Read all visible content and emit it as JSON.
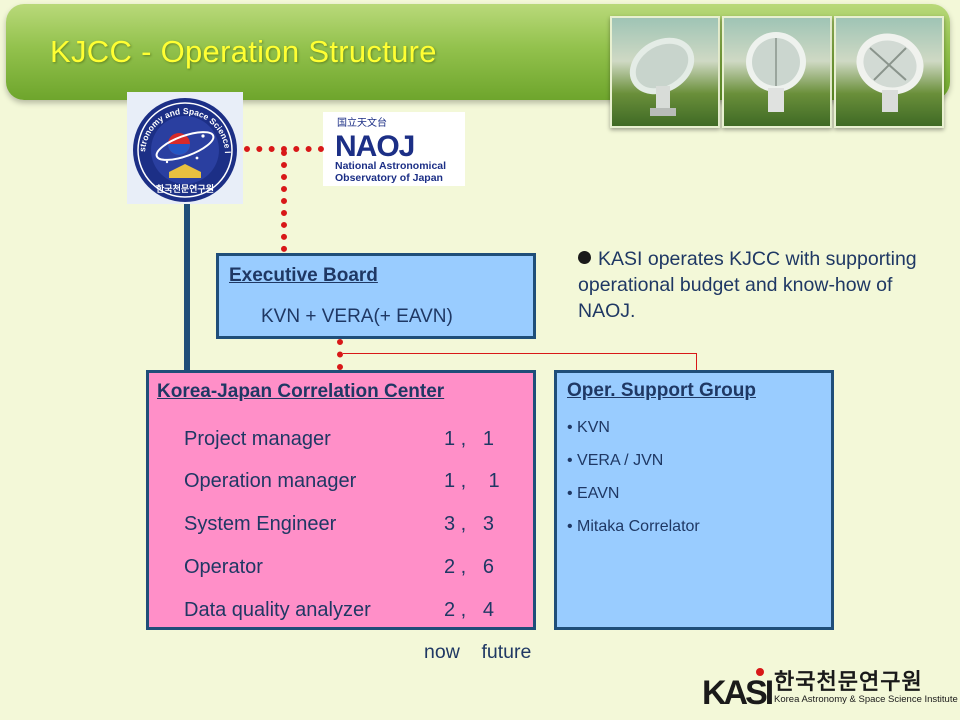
{
  "header": {
    "title": "KJCC - Operation Structure"
  },
  "logos": {
    "kasi_emblem_text": "Korea Astronomy and Space Science Institute",
    "kasi_emblem_korean": "한국천문연구원",
    "naoj_top": "国立天文台",
    "naoj_mark": "NAOJ",
    "naoj_line1": "National Astronomical",
    "naoj_line2": "Observatory of Japan",
    "kasi_mark": "KASI",
    "kasi_korean": "한국천문연구원",
    "kasi_english": "Korea Astronomy & Space Science Institute"
  },
  "executive_board": {
    "title": "Executive Board",
    "members": "KVN + VERA(+ EAVN)"
  },
  "note": {
    "text": "KASI operates KJCC with supporting operational budget and know-how of NAOJ."
  },
  "kjcc": {
    "title": "Korea-Japan Correlation Center",
    "rows": [
      {
        "label": "Project manager",
        "counts": "1 ,   1"
      },
      {
        "label": "Operation manager",
        "counts": "1 ,    1"
      },
      {
        "label": "System Engineer",
        "counts": "3 ,   3"
      },
      {
        "label": "Operator",
        "counts": "2 ,   6"
      },
      {
        "label": "Data quality analyzer",
        "counts": "2 ,   4"
      }
    ]
  },
  "support_group": {
    "title": "Oper. Support  Group",
    "items": [
      "KVN",
      "VERA / JVN",
      "EAVN",
      "Mitaka Correlator"
    ]
  },
  "columns_legend": "now    future",
  "colors": {
    "title": "#ffff33",
    "banner": "#93c24d",
    "blue_box": "#99ccff",
    "pink_box": "#ff8fc8",
    "border": "#1f4e79",
    "connector_red": "#d81818"
  }
}
